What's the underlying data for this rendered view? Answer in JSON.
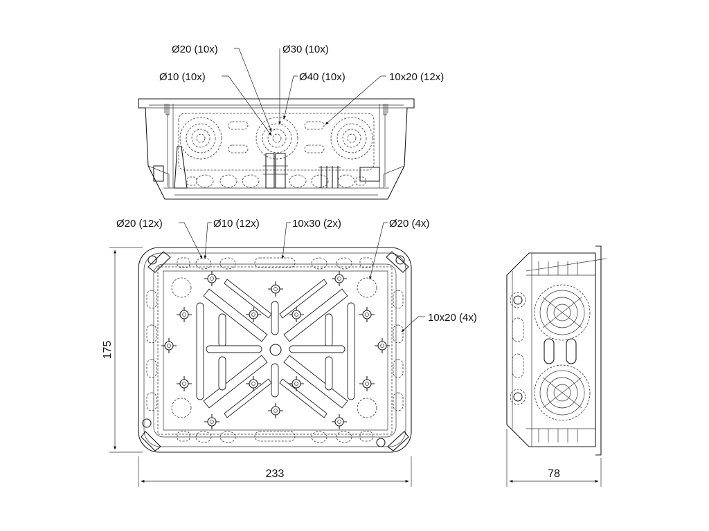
{
  "labels": {
    "top_view": {
      "d20_10x": "Ø20 (10x)",
      "d30_10x": "Ø30 (10x)",
      "d10_10x": "Ø10 (10x)",
      "d40_10x": "Ø40 (10x)",
      "s10x20_12x": "10x20 (12x)"
    },
    "front_view": {
      "d20_12x": "Ø20 (12x)",
      "d10_12x": "Ø10 (12x)",
      "s10x30_2x": "10x30 (2x)",
      "d20_4x": "Ø20 (4x)",
      "s10x20_4x": "10x20 (4x)"
    }
  },
  "dimensions": {
    "height": "175",
    "width": "233",
    "depth": "78"
  }
}
